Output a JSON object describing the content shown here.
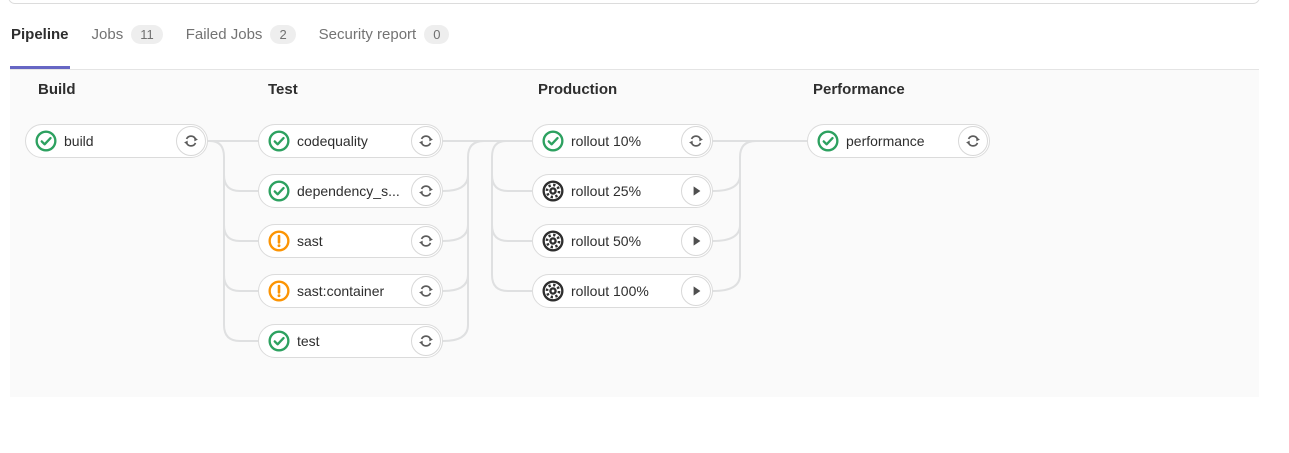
{
  "tabs": [
    {
      "label": "Pipeline",
      "badge": null,
      "active": true
    },
    {
      "label": "Jobs",
      "badge": "11",
      "active": false
    },
    {
      "label": "Failed Jobs",
      "badge": "2",
      "active": false
    },
    {
      "label": "Security report",
      "badge": "0",
      "active": false
    }
  ],
  "pipeline": {
    "stages": [
      {
        "name": "Build",
        "jobs": [
          {
            "label": "build",
            "status": "success",
            "action": "retry"
          }
        ]
      },
      {
        "name": "Test",
        "jobs": [
          {
            "label": "codequality",
            "status": "success",
            "action": "retry"
          },
          {
            "label": "dependency_s...",
            "status": "success",
            "action": "retry"
          },
          {
            "label": "sast",
            "status": "warning",
            "action": "retry"
          },
          {
            "label": "sast:container",
            "status": "warning",
            "action": "retry"
          },
          {
            "label": "test",
            "status": "success",
            "action": "retry"
          }
        ]
      },
      {
        "name": "Production",
        "jobs": [
          {
            "label": "rollout 10%",
            "status": "success",
            "action": "retry"
          },
          {
            "label": "rollout 25%",
            "status": "manual",
            "action": "play"
          },
          {
            "label": "rollout 50%",
            "status": "manual",
            "action": "play"
          },
          {
            "label": "rollout 100%",
            "status": "manual",
            "action": "play"
          }
        ]
      },
      {
        "name": "Performance",
        "jobs": [
          {
            "label": "performance",
            "status": "success",
            "action": "retry"
          }
        ]
      }
    ]
  },
  "icons": {
    "success": "check-circle-icon",
    "warning": "warning-circle-icon",
    "manual": "manual-gear-icon",
    "retry": "retry-icon",
    "play": "play-icon"
  },
  "colors": {
    "success_green": "#2da160",
    "warning_orange": "#fc9403",
    "manual_dark": "#2e2e2e",
    "active_tab_underline": "#6666c4",
    "connector_grey": "#dfe0e1",
    "graph_background": "#fafafa",
    "pill_border": "#dbdbdb",
    "action_glyph_grey": "#5c5c5c"
  }
}
